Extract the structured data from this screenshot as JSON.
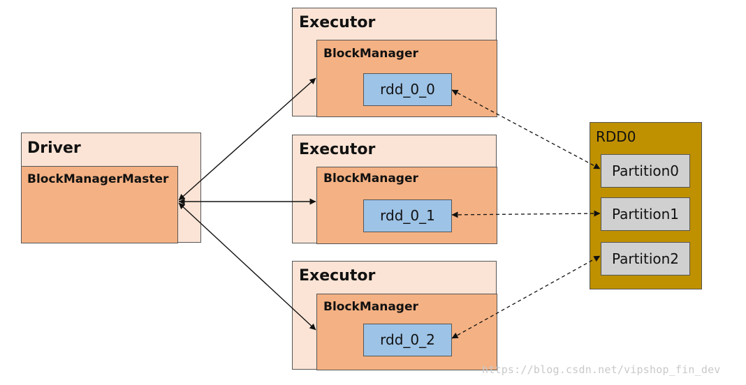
{
  "driver": {
    "title": "Driver",
    "master": "BlockManagerMaster"
  },
  "executors": [
    {
      "title": "Executor",
      "manager": "BlockManager",
      "block": "rdd_0_0"
    },
    {
      "title": "Executor",
      "manager": "BlockManager",
      "block": "rdd_0_1"
    },
    {
      "title": "Executor",
      "manager": "BlockManager",
      "block": "rdd_0_2"
    }
  ],
  "rdd": {
    "title": "RDD0",
    "partitions": [
      "Partition0",
      "Partition1",
      "Partition2"
    ]
  },
  "watermark": "https://blog.csdn.net/vipshop_fin_dev",
  "colors": {
    "outer": "#fbe4d5",
    "inner": "#f4b183",
    "block": "#9dc3e6",
    "rdd": "#bf9000",
    "partition": "#d0d0d0"
  }
}
